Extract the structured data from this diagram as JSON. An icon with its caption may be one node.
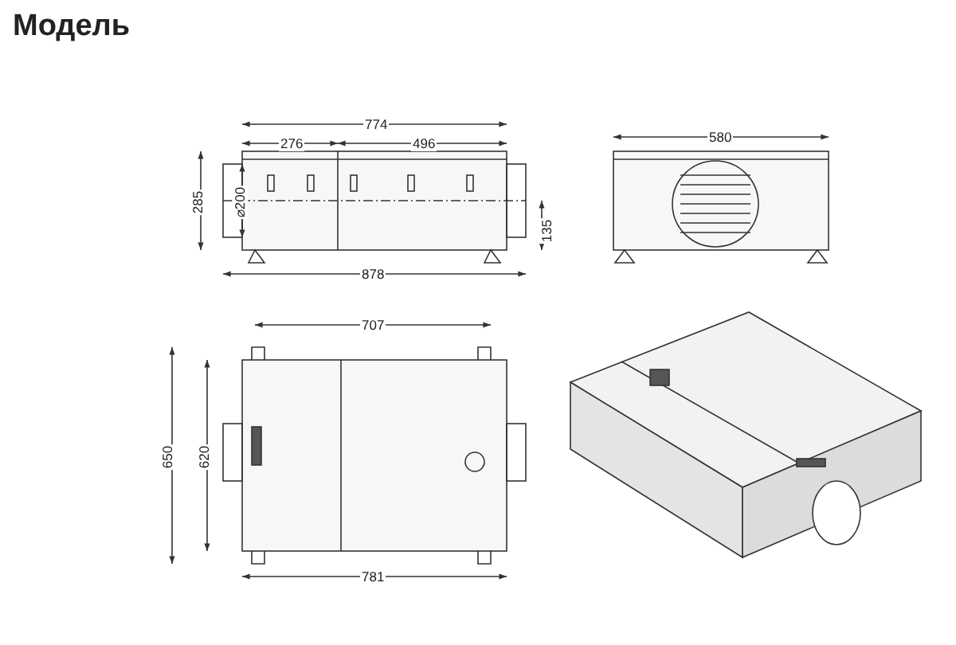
{
  "diagram": {
    "title": "Модель",
    "labels": [
      "774",
      "276",
      "496",
      "580",
      "285",
      "⌀200",
      "135",
      "878",
      "707",
      "650",
      "620",
      "781"
    ]
  }
}
